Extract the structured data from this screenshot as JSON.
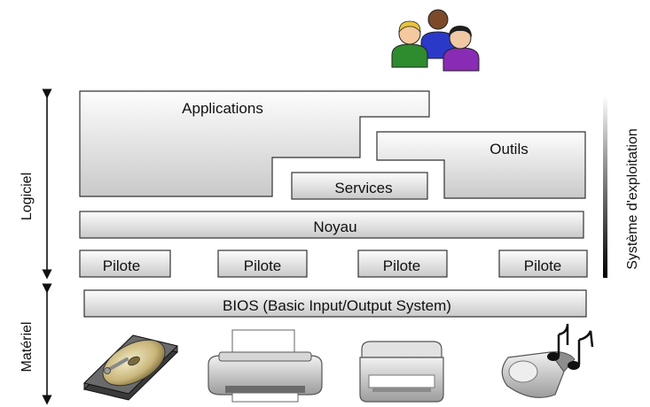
{
  "labels": {
    "applications": "Applications",
    "outils": "Outils",
    "services": "Services",
    "noyau": "Noyau",
    "pilotes": [
      "Pilote",
      "Pilote",
      "Pilote",
      "Pilote"
    ],
    "bios": "BIOS (Basic Input/Output  System)",
    "logiciel": "Logiciel",
    "materiel": "Matériel",
    "systeme": "Système d'exploitation"
  },
  "icons": {
    "users": "users-icon",
    "hard_drive": "hard-drive-icon",
    "printer": "printer-icon",
    "scanner": "scanner-icon",
    "speaker": "speaker-music-icon"
  },
  "colors": {
    "box_top": "#fdfdfd",
    "box_bottom": "#c9c9c9",
    "stroke": "#333333"
  }
}
